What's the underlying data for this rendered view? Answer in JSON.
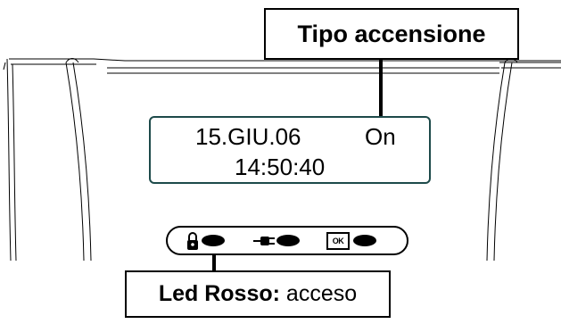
{
  "callouts": {
    "ignition_type": "Tipo accensione",
    "led_label_bold": "Led Rosso:",
    "led_label_value": "acceso"
  },
  "lcd": {
    "date": "15.GIU.06",
    "status": "On",
    "time": "14:50:40",
    "border_color": "#1d4a4a"
  },
  "led_panel": {
    "indicators": [
      {
        "icon": "lock-icon"
      },
      {
        "icon": "plug-icon"
      },
      {
        "icon": "ok-icon",
        "label": "OK"
      }
    ],
    "led_color": "#000000"
  }
}
